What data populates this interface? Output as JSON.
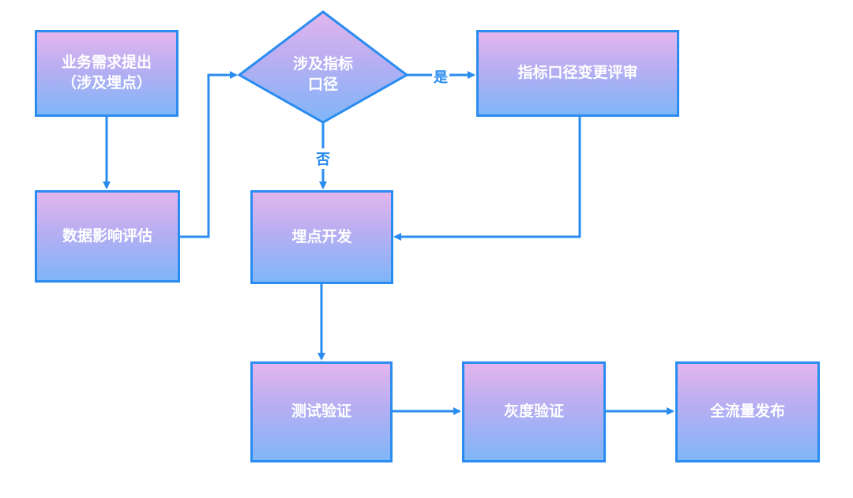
{
  "nodes": {
    "requirement": "业务需求提出\n（涉及埋点）",
    "impact": "数据影响评估",
    "decision": "涉及指标\n口径",
    "review": "指标口径变更评审",
    "dev": "埋点开发",
    "test": "测试验证",
    "gray": "灰度验证",
    "release": "全流量发布"
  },
  "edge_labels": {
    "yes": "是",
    "no": "否"
  },
  "colors": {
    "stroke": "#2a8cf0",
    "gradient_top": "#e3b5ec",
    "gradient_bottom": "#7fb6f8",
    "text": "#ffffff"
  }
}
